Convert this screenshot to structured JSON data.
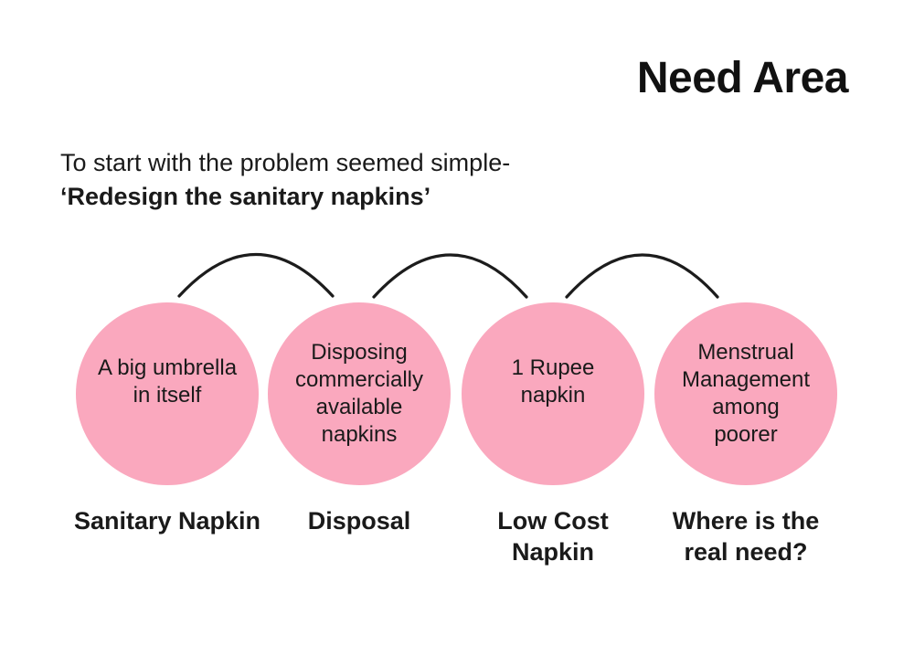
{
  "slide": {
    "title": "Need Area",
    "intro_line1": "To start with the problem seemed simple-",
    "intro_line2": "‘Redesign the sanitary napkins’",
    "colors": {
      "circle_pink": "#FAA8BE",
      "ink": "#1a1a1a"
    }
  },
  "diagram": {
    "nodes": [
      {
        "circle_text": "A big umbrella\nin itself",
        "label": "Sanitary Napkin"
      },
      {
        "circle_text": "Disposing\ncommercially\navailable\nnapkins",
        "label": "Disposal"
      },
      {
        "circle_text": "1 Rupee\nnapkin",
        "label": "Low Cost\nNapkin"
      },
      {
        "circle_text": "Menstrual\nManagement\namong\npoorer",
        "label": "Where is the\nreal need?"
      }
    ]
  }
}
